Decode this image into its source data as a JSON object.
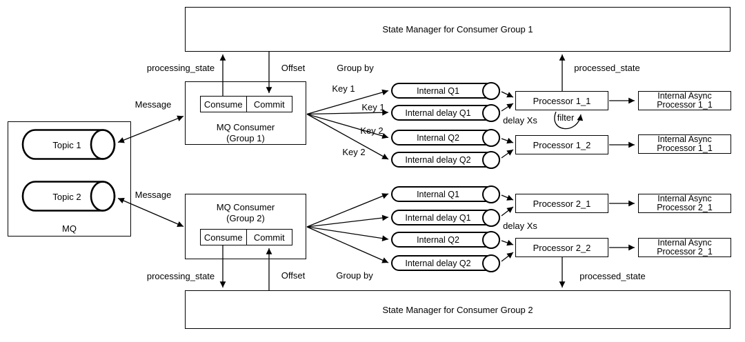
{
  "palette": {
    "stroke": "#000000",
    "bg": "#ffffff"
  },
  "state_managers": {
    "group1": "State Manager for Consumer Group 1",
    "group2": "State Manager for Consumer Group 2"
  },
  "mq": {
    "label": "MQ",
    "topic1": "Topic 1",
    "topic2": "Topic 2"
  },
  "consumer1": {
    "line1": "MQ Consumer",
    "line2": "(Group 1)",
    "consume": "Consume",
    "commit": "Commit"
  },
  "consumer2": {
    "line1": "MQ Consumer",
    "line2": "(Group 2)",
    "consume": "Consume",
    "commit": "Commit"
  },
  "labels": {
    "message1": "Message",
    "message2": "Message",
    "processing_state1": "processing_state",
    "processing_state2": "processing_state",
    "offset1": "Offset",
    "offset2": "Offset",
    "group_by1": "Group by",
    "group_by2": "Group by",
    "key1a": "Key 1",
    "key1b": "Key 1",
    "key2a": "Key 2",
    "key2b": "Key 2",
    "delay1": "delay Xs",
    "delay2": "delay Xs",
    "filter": "filter",
    "processed_state1": "processed_state",
    "processed_state2": "processed_state"
  },
  "queues1": [
    "Internal Q1",
    "Internal delay Q1",
    "Internal Q2",
    "Internal delay Q2"
  ],
  "queues2": [
    "Internal Q1",
    "Internal delay Q1",
    "Internal Q2",
    "Internal delay Q2"
  ],
  "processors1": [
    "Processor 1_1",
    "Processor 1_2"
  ],
  "processors2": [
    "Processor 2_1",
    "Processor 2_2"
  ],
  "async1": [
    {
      "l1": "Internal Async",
      "l2": "Processor 1_1"
    },
    {
      "l1": "Internal Async",
      "l2": "Processor 1_1"
    }
  ],
  "async2": [
    {
      "l1": "Internal Async",
      "l2": "Processor 2_1"
    },
    {
      "l1": "Internal Async",
      "l2": "Processor 2_1"
    }
  ]
}
